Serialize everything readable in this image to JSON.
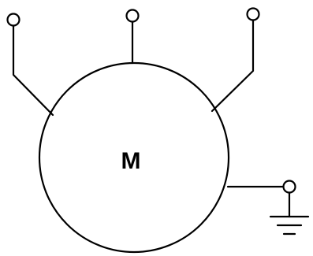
{
  "diagram": {
    "center_label": "M",
    "colors": {
      "stroke": "#000000",
      "background": "#ffffff"
    },
    "components": {
      "terminals": [
        "terminal-left",
        "terminal-center",
        "terminal-right",
        "terminal-ground-side"
      ],
      "ground_symbol": "ground-icon"
    }
  }
}
